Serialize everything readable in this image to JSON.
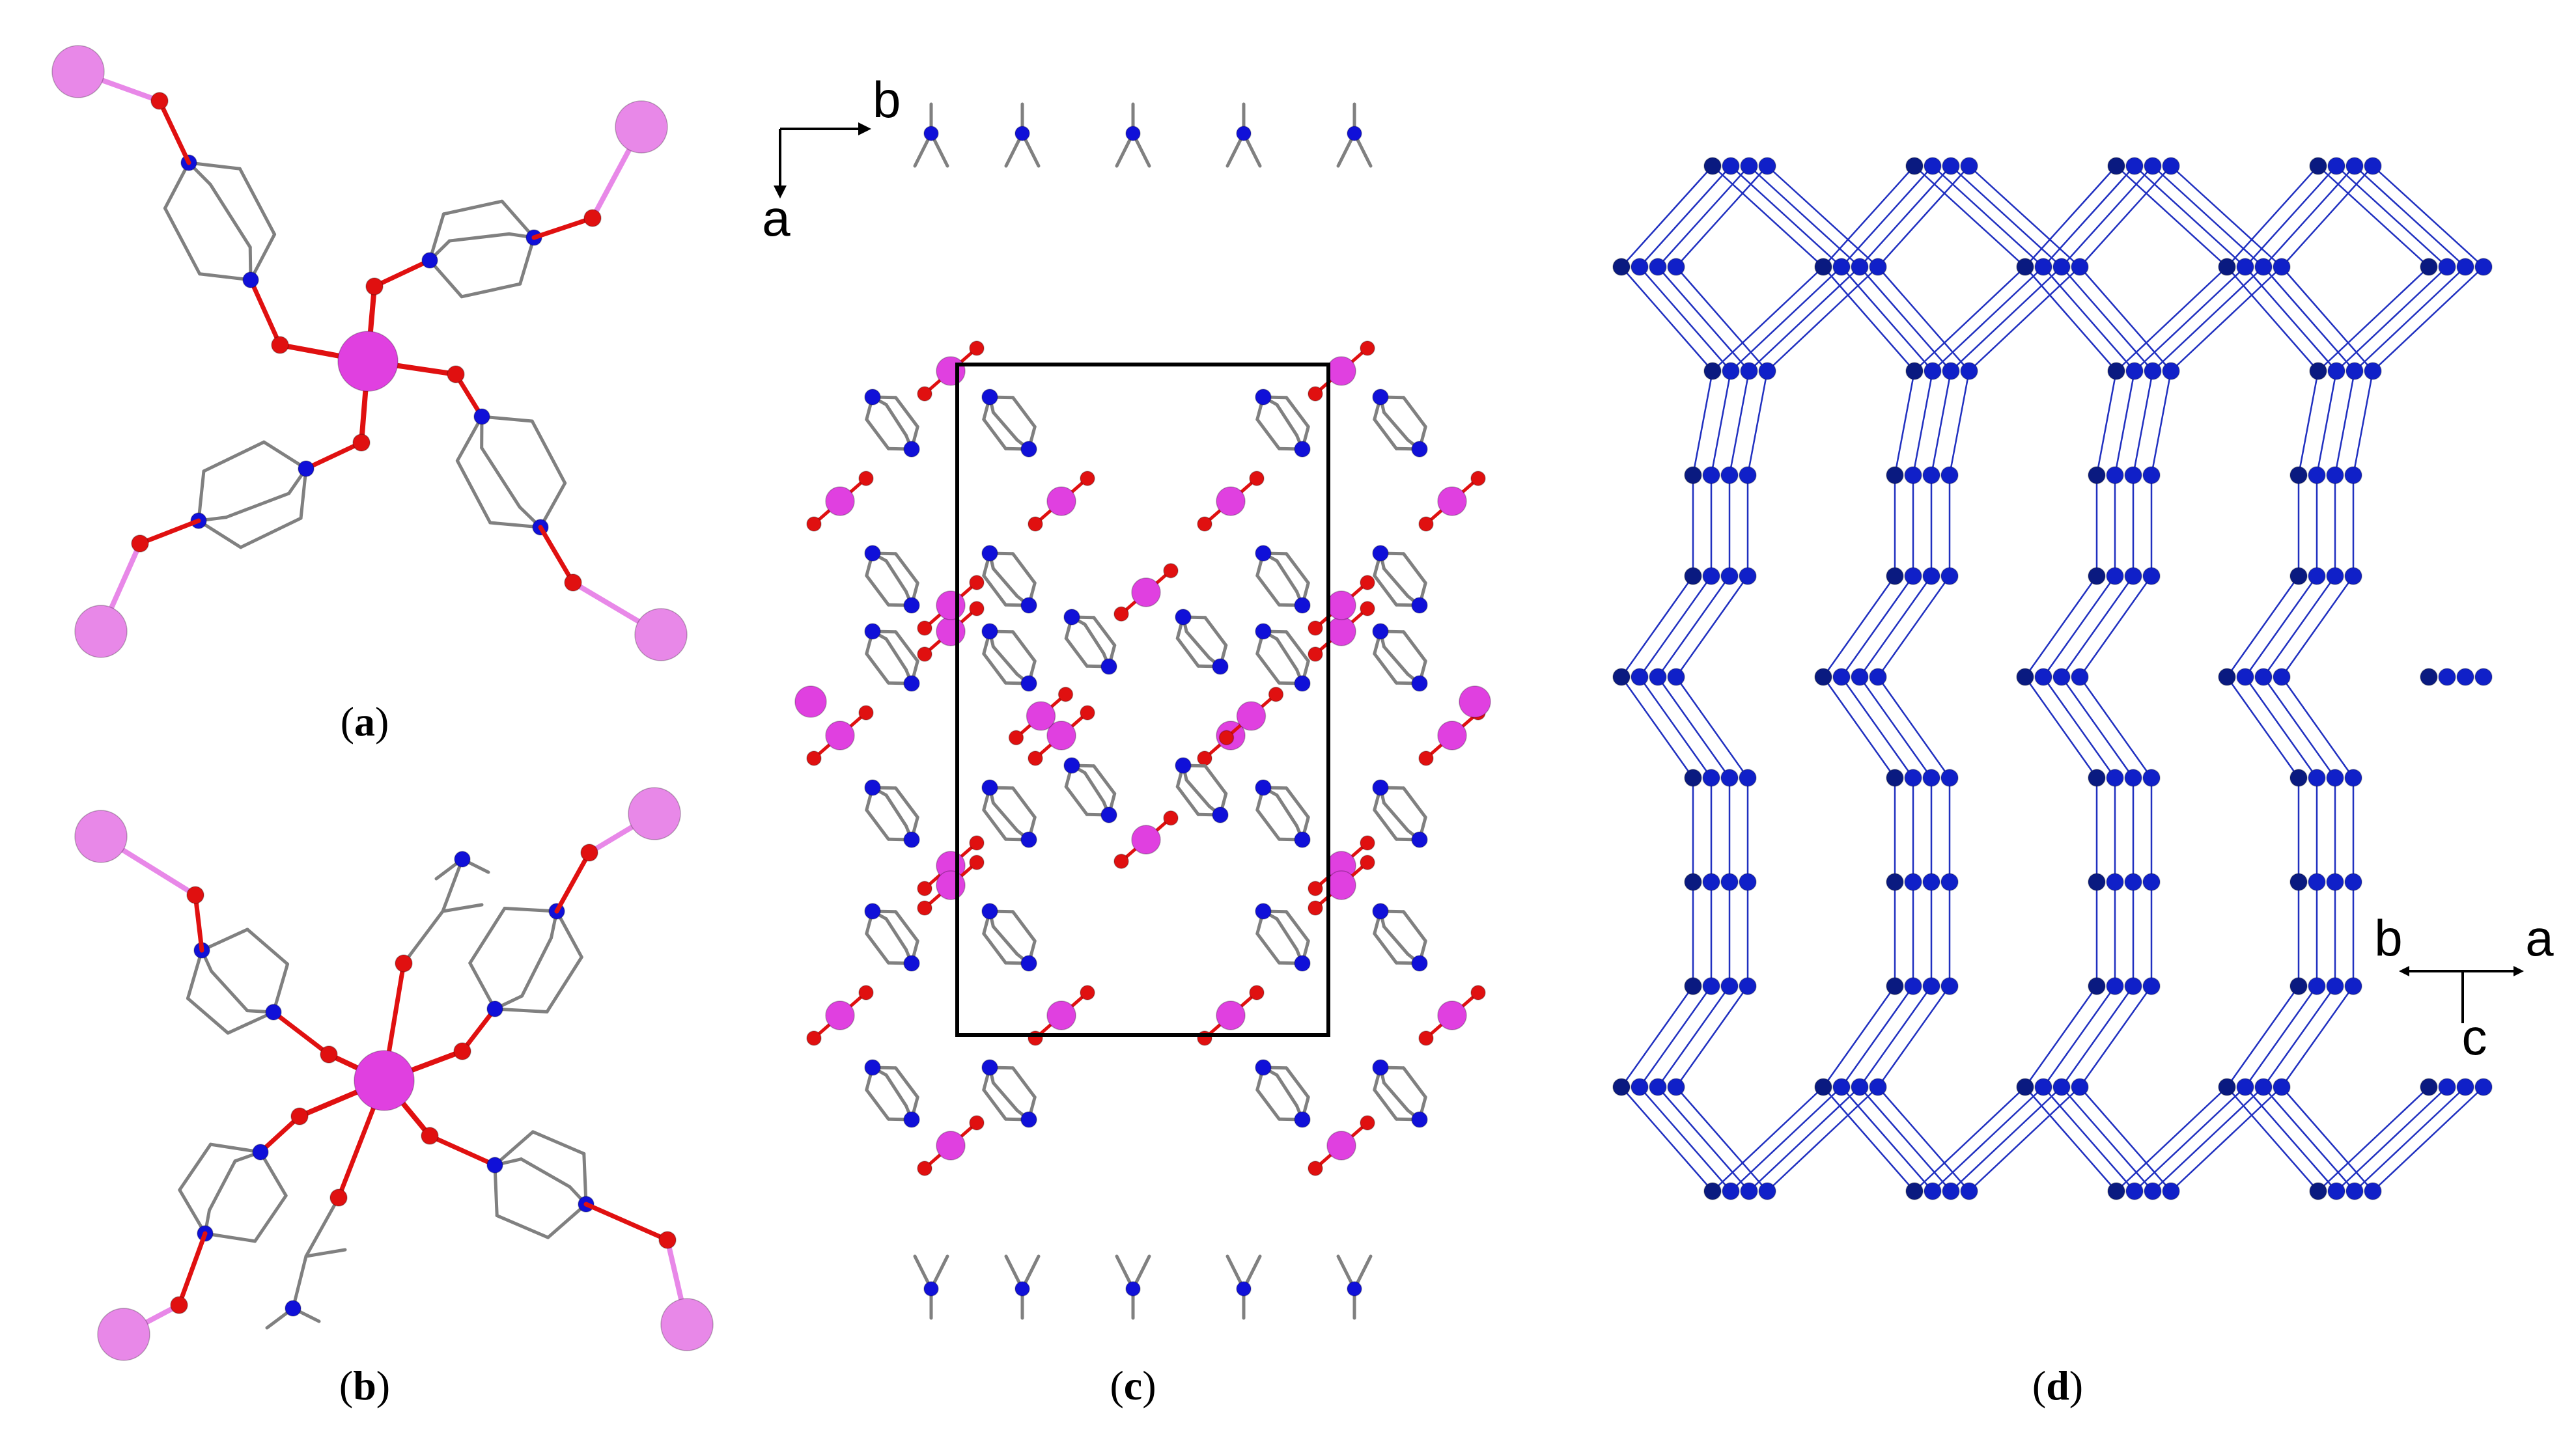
{
  "panels": [
    {
      "id": "a",
      "caption_open": "(",
      "caption_letter": "a",
      "caption_close": ")"
    },
    {
      "id": "b",
      "caption_open": "(",
      "caption_letter": "b",
      "caption_close": ")"
    },
    {
      "id": "c",
      "caption_open": "(",
      "caption_letter": "c",
      "caption_close": ")",
      "axes": {
        "horizontal": "b",
        "vertical": "a"
      }
    },
    {
      "id": "d",
      "caption_open": "(",
      "caption_letter": "d",
      "caption_close": ")",
      "axes": {
        "left": "b",
        "right": "a",
        "down": "c"
      }
    }
  ],
  "colors": {
    "metal": "#e040e0",
    "metal_terminal": "#e888e8",
    "oxygen": "#e01010",
    "nitrogen": "#1010d8",
    "carbon_bond": "#808080",
    "network_node": "#1020c8",
    "network_bond": "#2030c0",
    "unit_cell": "#000000"
  },
  "atom_types": [
    "metal",
    "oxygen",
    "nitrogen",
    "carbon"
  ]
}
